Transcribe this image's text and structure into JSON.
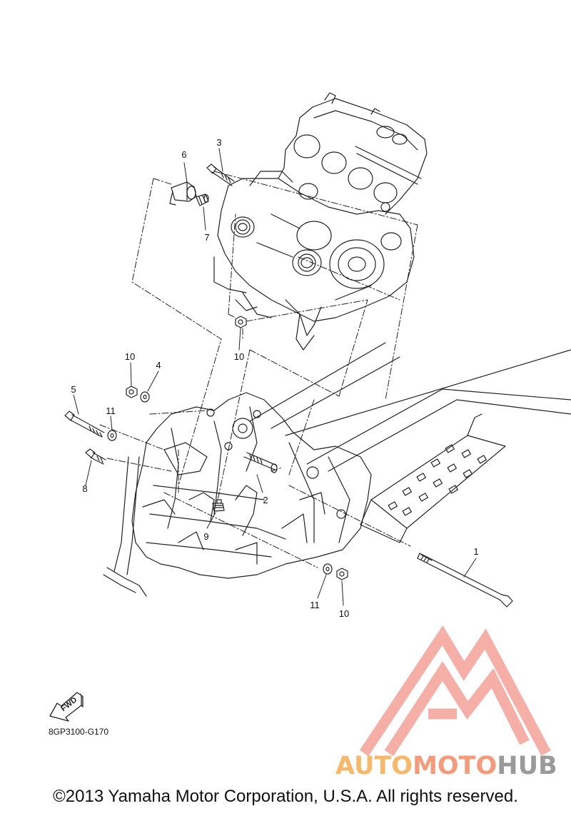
{
  "diagram": {
    "code": "8GP3100-G170",
    "copyright": "©2013 Yamaha Motor Corporation, U.S.A. All rights reserved.",
    "fwd_label": "FWD",
    "callouts": {
      "c1": "1",
      "c2": "2",
      "c3": "3",
      "c4": "4",
      "c5": "5",
      "c6": "6",
      "c7": "7",
      "c8": "8",
      "c9": "9",
      "c10a": "10",
      "c10b": "10",
      "c10c": "10",
      "c11a": "11",
      "c11b": "11"
    }
  },
  "watermark": {
    "part1": "AUTO",
    "part2": "MOTO",
    "part3": "HUB",
    "color_light": "#f7b86a",
    "color_mid": "#f39b7a",
    "color_dark": "#9a9a9a",
    "logo_color": "#f4a79d"
  }
}
